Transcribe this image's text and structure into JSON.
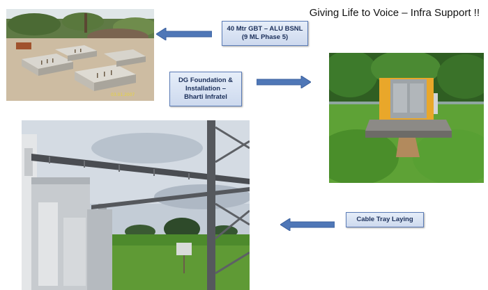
{
  "slide": {
    "title": "Giving Life to Voice – Infra Support !!"
  },
  "captions": {
    "gbt": {
      "line1": "40 Mtr GBT – ALU BSNL",
      "line2": "(9 ML Phase 5)"
    },
    "dg": {
      "line1": "DG Foundation &",
      "line2": "Installation –",
      "line3": "Bharti Infratel"
    },
    "cable": {
      "line1": "Cable Tray Laying"
    }
  },
  "photos": {
    "foundation_date_stamp": "03.01.2007"
  },
  "colors": {
    "caption_border": "#5b7cb7",
    "arrow_fill": "#4f77b7",
    "genset_yellow": "#e9a72a"
  },
  "icons": {
    "arrow_gbt": "arrow-left-icon",
    "arrow_dg": "arrow-right-icon",
    "arrow_cable": "arrow-left-icon"
  }
}
